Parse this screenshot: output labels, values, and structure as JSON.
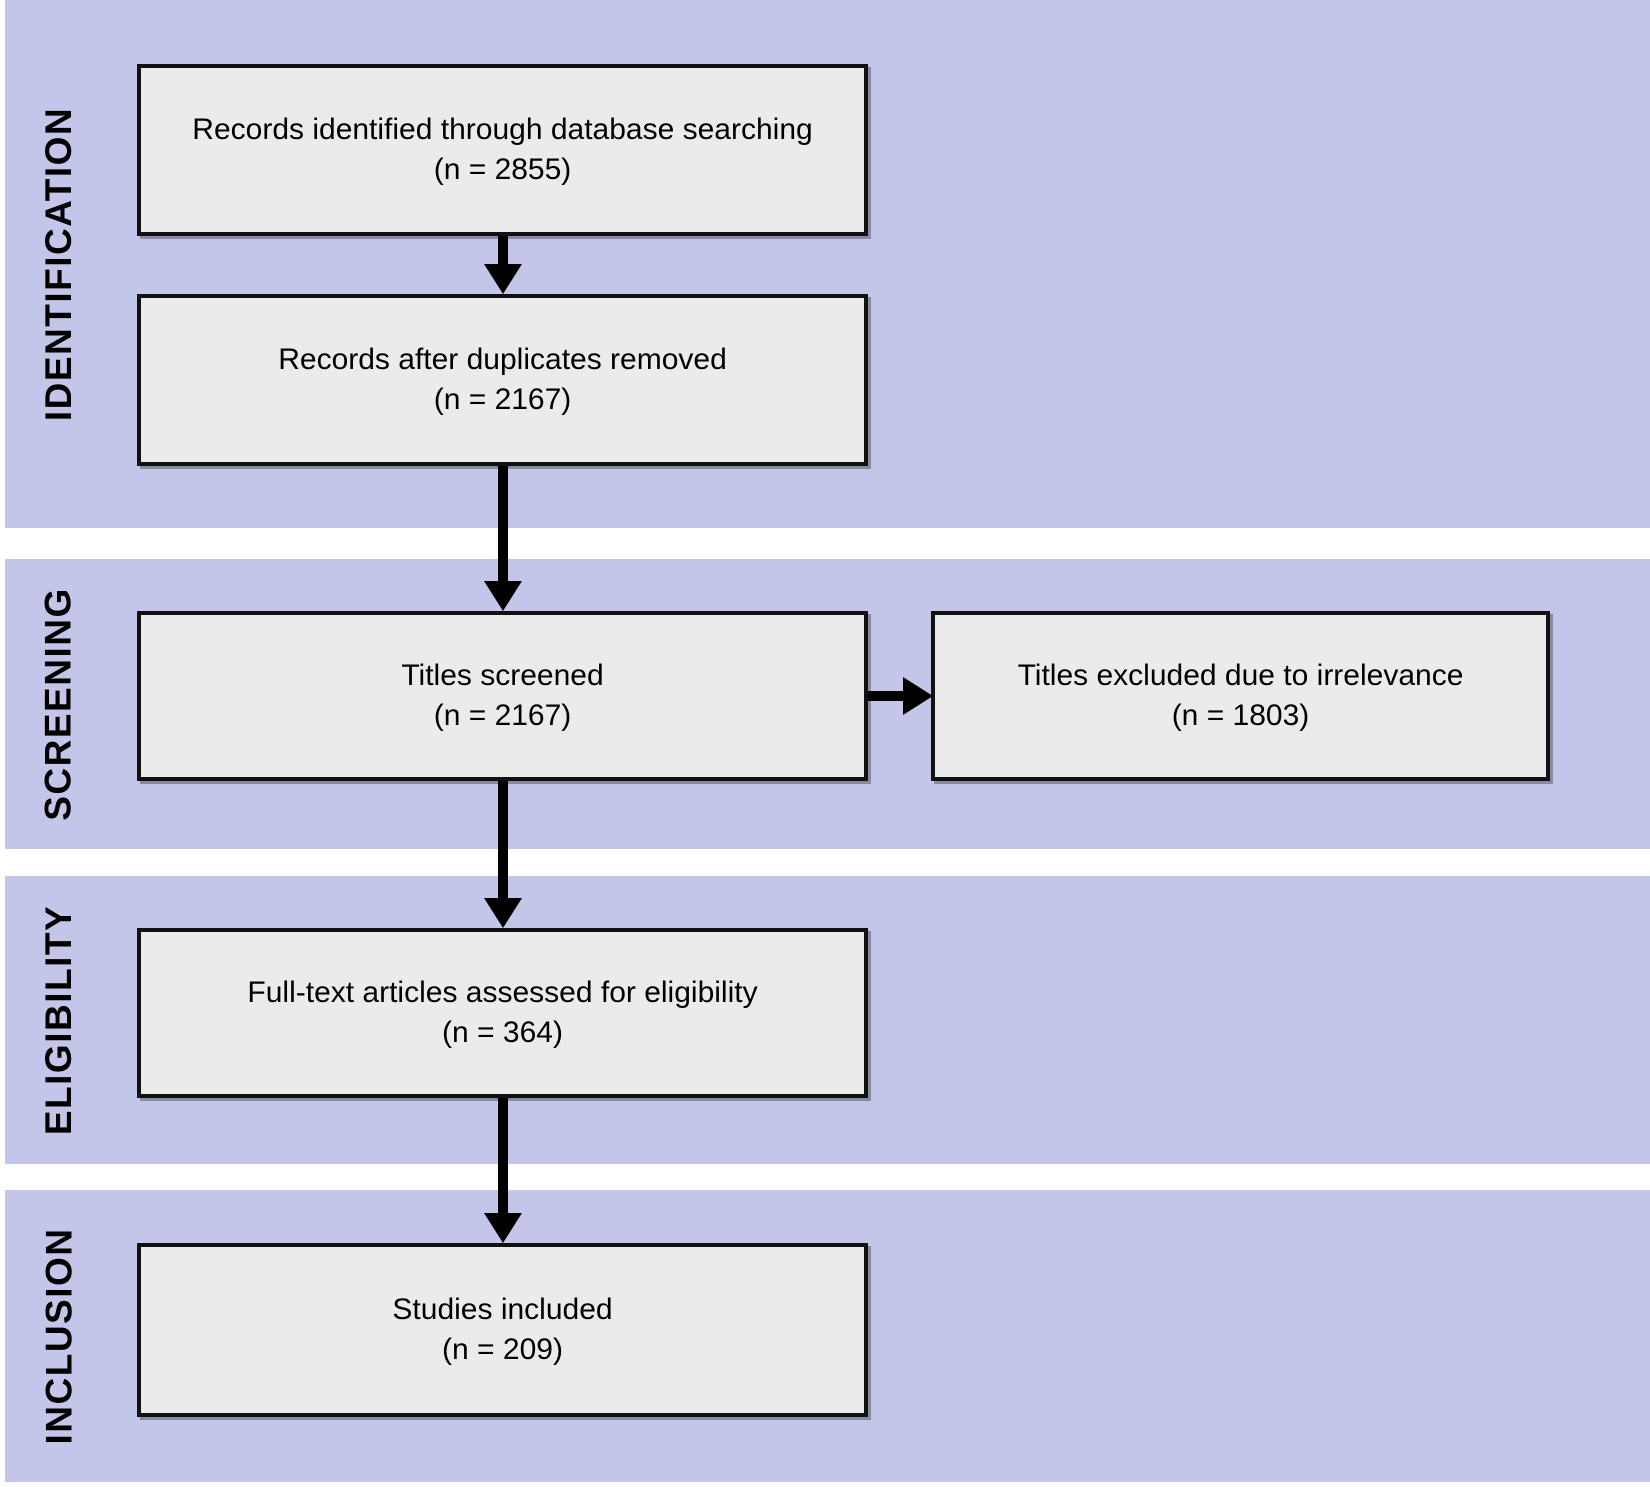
{
  "diagram": {
    "type": "prisma-flow-diagram",
    "colors": {
      "band_background": "#c3c6e8",
      "box_fill": "#ebebeb",
      "border": "#111111",
      "text": "#000000",
      "page_background": "#ffffff"
    },
    "stages": [
      {
        "id": "identification",
        "label": "IDENTIFICATION"
      },
      {
        "id": "screening",
        "label": "SCREENING"
      },
      {
        "id": "eligibility",
        "label": "ELIGIBILITY"
      },
      {
        "id": "inclusion",
        "label": "INCLUSION"
      }
    ],
    "boxes": [
      {
        "id": "records-identified",
        "stage": "identification",
        "line1": "Records identified through database searching",
        "line2": "(n = 2855)",
        "count": 2855
      },
      {
        "id": "records-after-duplicates",
        "stage": "identification",
        "line1": "Records after duplicates removed",
        "line2": "(n = 2167)",
        "count": 2167
      },
      {
        "id": "titles-screened",
        "stage": "screening",
        "line1": "Titles screened",
        "line2": "(n = 2167)",
        "count": 2167
      },
      {
        "id": "titles-excluded",
        "stage": "screening",
        "line1": "Titles excluded due to irrelevance",
        "line2": "(n = 1803)",
        "count": 1803
      },
      {
        "id": "full-text-assessed",
        "stage": "eligibility",
        "line1": "Full-text articles assessed for eligibility",
        "line2": "(n = 364)",
        "count": 364
      },
      {
        "id": "studies-included",
        "stage": "inclusion",
        "line1": "Studies included",
        "line2": "(n = 209)",
        "count": 209
      }
    ],
    "connectors": [
      {
        "id": "identified-to-duplicates",
        "from": "records-identified",
        "to": "records-after-duplicates",
        "direction": "down"
      },
      {
        "id": "duplicates-to-titles-screened",
        "from": "records-after-duplicates",
        "to": "titles-screened",
        "direction": "down"
      },
      {
        "id": "titles-screened-to-excluded",
        "from": "titles-screened",
        "to": "titles-excluded",
        "direction": "right"
      },
      {
        "id": "titles-screened-to-full-text",
        "from": "titles-screened",
        "to": "full-text-assessed",
        "direction": "down"
      },
      {
        "id": "full-text-to-included",
        "from": "full-text-assessed",
        "to": "studies-included",
        "direction": "down"
      }
    ]
  }
}
